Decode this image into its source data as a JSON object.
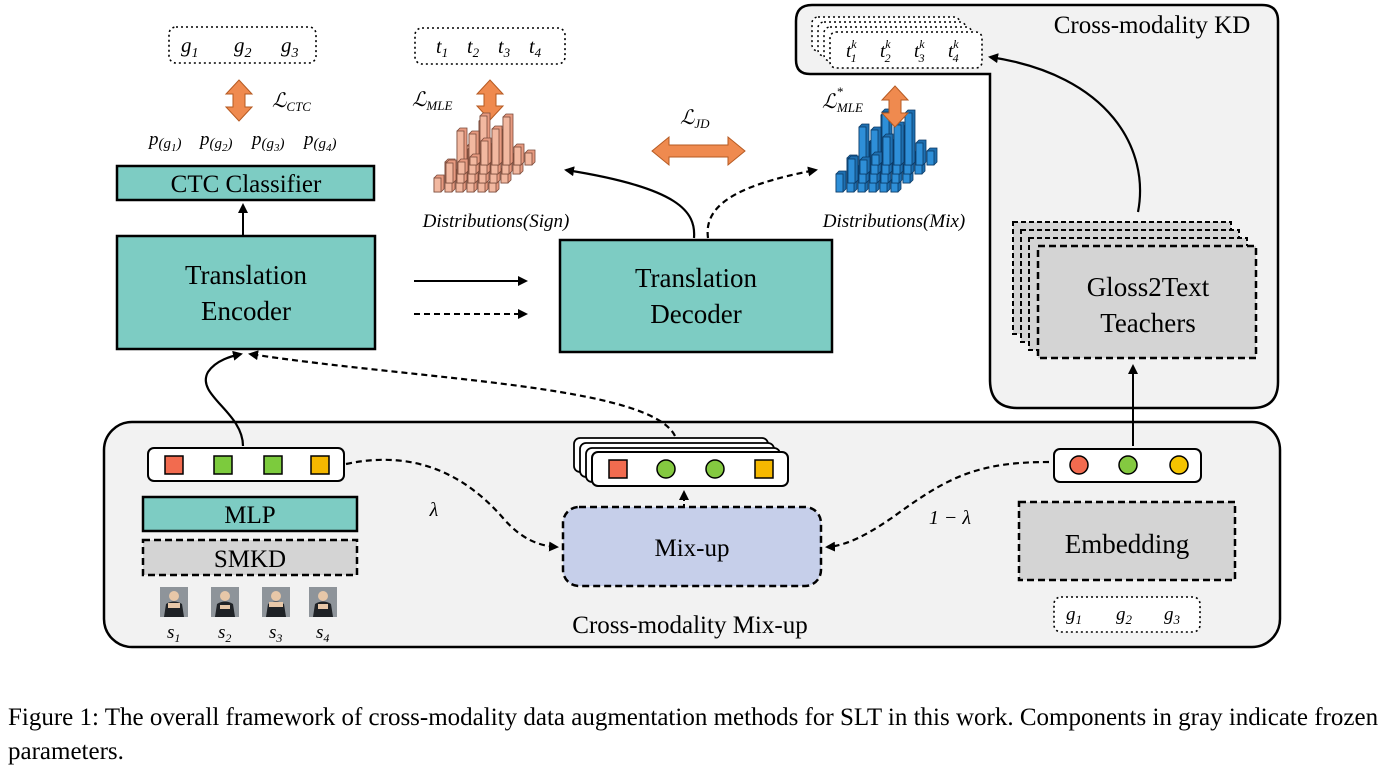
{
  "diagram": {
    "colors": {
      "teal": "#7dccc3",
      "gray_box": "#d4d4d4",
      "panel": "#f2f2f2",
      "lavender": "#c6cfea",
      "orange_arrow": "#ef8a4f",
      "peach_bars": "#f2b8a0",
      "blue_bars": "#2e8fd8",
      "square_red": "#f26b4f",
      "square_green": "#7ccb3d",
      "square_yellow": "#f5b800",
      "circle_green": "#84c940",
      "circle_yellow": "#f5c400"
    },
    "top_left": {
      "glosses": [
        "g",
        "g",
        "g"
      ],
      "gloss_subs": [
        "1",
        "2",
        "3"
      ],
      "loss": "ℒ",
      "loss_sub": "CTC",
      "probs": [
        {
          "p": "p",
          "paren": "(g",
          "sub": "1",
          "close": ")"
        },
        {
          "p": "p",
          "paren": "(g",
          "sub": "2",
          "close": ")"
        },
        {
          "p": "p",
          "paren": "(g",
          "sub": "3",
          "close": ")"
        },
        {
          "p": "p",
          "paren": "(g",
          "sub": "4",
          "close": ")"
        }
      ],
      "ctc_label": "CTC Classifier",
      "encoder_line1": "Translation",
      "encoder_line2": "Encoder"
    },
    "center": {
      "targets": [
        "t",
        "t",
        "t",
        "t"
      ],
      "target_subs": [
        "1",
        "2",
        "3",
        "4"
      ],
      "loss": "ℒ",
      "loss_sub": "MLE",
      "dist_sign": "Distributions(Sign)",
      "jd_loss": "ℒ",
      "jd_sub": "JD",
      "decoder_line1": "Translation",
      "decoder_line2": "Decoder",
      "dist_mix": "Distributions(Mix)",
      "mix_loss": "ℒ",
      "mix_loss_sup": "*",
      "mix_loss_sub": "MLE"
    },
    "kd_panel": {
      "title": "Cross-modality KD",
      "teacher_outputs": [
        "t",
        "t",
        "t",
        "t"
      ],
      "teacher_sup": "k",
      "teacher_subs": [
        "1",
        "2",
        "3",
        "4"
      ],
      "teachers_line1": "Gloss2Text",
      "teachers_line2": "Teachers"
    },
    "mixup_panel": {
      "title": "Cross-modality Mix-up",
      "mlp": "MLP",
      "smkd": "SMKD",
      "signs": [
        "s",
        "s",
        "s",
        "s"
      ],
      "sign_subs": [
        "1",
        "2",
        "3",
        "4"
      ],
      "lambda": "λ",
      "one_minus_lambda": "1 − λ",
      "mixup": "Mix-up",
      "embedding": "Embedding",
      "glosses": [
        "g",
        "g",
        "g"
      ],
      "gloss_subs": [
        "1",
        "2",
        "3"
      ]
    }
  },
  "caption": "Figure 1: The overall framework of cross-modality data augmentation methods for SLT in this work. Components in gray indicate frozen parameters."
}
